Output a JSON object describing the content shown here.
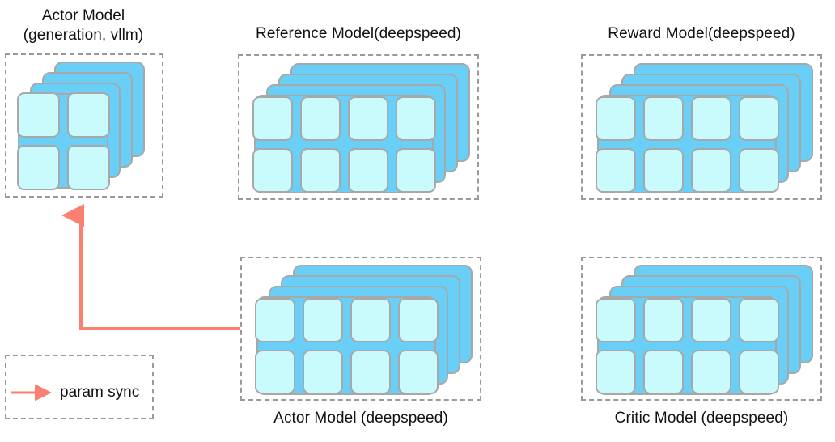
{
  "diagram": {
    "title_hidden": "",
    "accent_color": "#FA8072",
    "card_color": "#6ACFF6",
    "cell_color": "#C9FAFC",
    "border_color": "#9a9a9a",
    "groups": [
      {
        "id": "actor-vllm",
        "caption": "Actor Model\n(generation, vllm)",
        "caption_position": "top",
        "card_count": 4,
        "cell_count": 4,
        "grid": "2x2"
      },
      {
        "id": "reference-model",
        "caption": "Reference Model(deepspeed)",
        "caption_position": "top",
        "card_count": 4,
        "cell_count": 8,
        "grid": "4x2"
      },
      {
        "id": "reward-model",
        "caption": "Reward Model(deepspeed)",
        "caption_position": "top",
        "card_count": 4,
        "cell_count": 8,
        "grid": "4x2"
      },
      {
        "id": "actor-deepspeed",
        "caption": "Actor Model (deepspeed)",
        "caption_position": "bottom",
        "card_count": 4,
        "cell_count": 8,
        "grid": "4x2"
      },
      {
        "id": "critic-model",
        "caption": "Critic Model (deepspeed)",
        "caption_position": "bottom",
        "card_count": 4,
        "cell_count": 8,
        "grid": "4x2"
      }
    ],
    "legend": {
      "label": "param sync",
      "arrow_color": "#FA8072"
    },
    "connector": {
      "name": "param-sync-arrow",
      "from": "actor-deepspeed",
      "to": "actor-vllm",
      "color": "#FA8072"
    }
  }
}
